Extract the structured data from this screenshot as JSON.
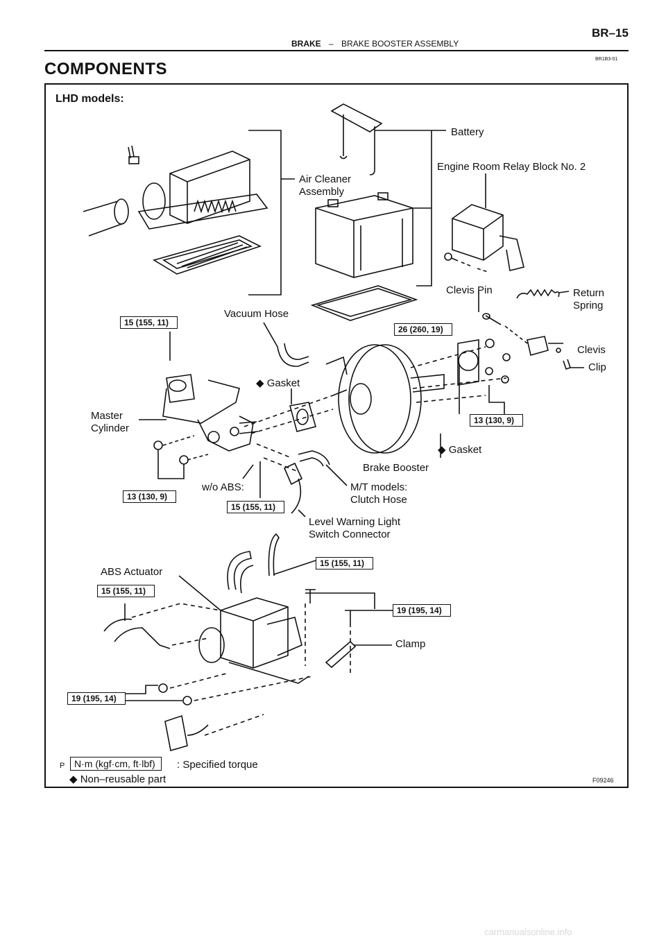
{
  "header": {
    "page_number": "BR–15",
    "section": "BRAKE",
    "separator": "–",
    "subsection": "BRAKE BOOSTER ASSEMBLY",
    "doc_code": "BR1B3-01"
  },
  "title": "COMPONENTS",
  "diagram": {
    "model_note": "LHD models:",
    "labels": {
      "battery": "Battery",
      "relay_block": "Engine Room Relay Block No. 2",
      "air_cleaner_1": "Air Cleaner",
      "air_cleaner_2": "Assembly",
      "clevis_pin": "Clevis Pin",
      "return_spring_1": "Return",
      "return_spring_2": "Spring",
      "vacuum_hose": "Vacuum Hose",
      "clevis": "Clevis",
      "clip": "Clip",
      "gasket_upper": "◆ Gasket",
      "master_cylinder_1": "Master",
      "master_cylinder_2": "Cylinder",
      "gasket_lower": "◆ Gasket",
      "brake_booster": "Brake Booster",
      "wo_abs": "w/o ABS:",
      "mt_models_1": "M/T models:",
      "mt_models_2": "Clutch Hose",
      "level_warning_1": "Level Warning Light",
      "level_warning_2": "Switch Connector",
      "abs_actuator": "ABS Actuator",
      "clamp": "Clamp"
    },
    "torques": {
      "t1": "15 (155, 11)",
      "t2": "26 (260, 19)",
      "t3": "13 (130, 9)",
      "t4": "13 (130, 9)",
      "t5": "15 (155, 11)",
      "t6": "15 (155, 11)",
      "t7": "15 (155, 11)",
      "t8": "19 (195, 14)",
      "t9": "19 (195, 14)"
    },
    "legend": {
      "prefix": "P",
      "unit_box": "N·m (kgf·cm, ft·lbf)",
      "unit_text": ": Specified torque",
      "nonreusable": "◆ Non–reusable part"
    },
    "figure_code": "F09246"
  },
  "watermark": "carmanualsonline.info"
}
